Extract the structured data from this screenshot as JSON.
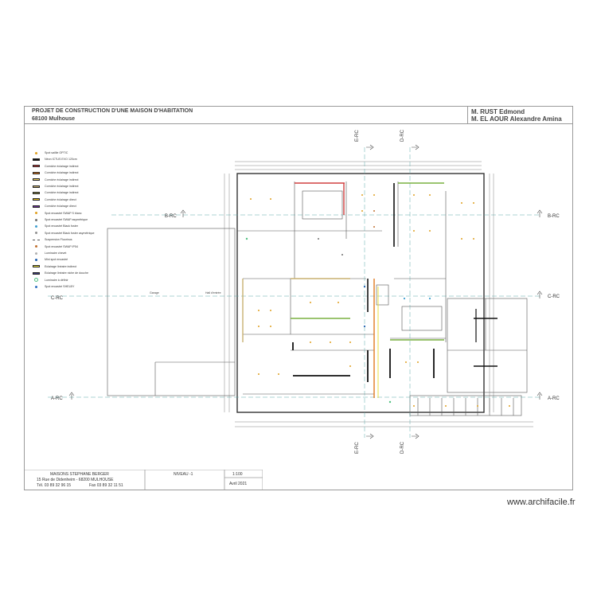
{
  "header": {
    "project_line1": "PROJET DE CONSTRUCTION D'UNE MAISON D'HABITATION",
    "project_line2": "68100 Mulhouse",
    "client_line1": "M. RUST Edmond",
    "client_line2": "M. EL AOUR Alexandre Amina"
  },
  "legend": [
    {
      "label": "Spot saillie OPTIC",
      "sym": "dot",
      "color": "#e0a020"
    },
    {
      "label": "Néon ICTUS EVO 120cm",
      "sym": "bar",
      "color": "#111111"
    },
    {
      "label": "Corniche éclairage indirect",
      "sym": "bar",
      "color": "#d04040"
    },
    {
      "label": "Corniche éclairage indirect",
      "sym": "bar",
      "color": "#e07a20"
    },
    {
      "label": "Corniche éclairage indirect",
      "sym": "bar",
      "color": "#f0d060"
    },
    {
      "label": "Corniche éclairage indirect",
      "sym": "bar",
      "color": "#c8b070"
    },
    {
      "label": "Corniche éclairage indirect",
      "sym": "bar",
      "color": "#8a8a50"
    },
    {
      "label": "Corniche éclairage direct",
      "sym": "bar",
      "color": "#e8c020"
    },
    {
      "label": "Corniche éclairage direct",
      "sym": "bar",
      "color": "#7030a0"
    },
    {
      "label": "Spot encastré SWAP S blanc",
      "sym": "dot",
      "color": "#e0a020"
    },
    {
      "label": "Spot encastré SWAP asymétrique",
      "sym": "dot",
      "color": "#707070"
    },
    {
      "label": "Spot encastré Black foster",
      "sym": "dot",
      "color": "#40a0d0"
    },
    {
      "label": "Spot encastré Black foster asymétrique",
      "sym": "dot",
      "color": "#909090"
    },
    {
      "label": "Suspension Fluorinus",
      "sym": "line",
      "color": "#555555"
    },
    {
      "label": "Spot encastré SWAP IP54",
      "sym": "dot",
      "color": "#c07030"
    },
    {
      "label": "Luminaire chevet",
      "sym": "dot",
      "color": "#b0b0b0"
    },
    {
      "label": "Mini spot encastré",
      "sym": "dot",
      "color": "#2060b0"
    },
    {
      "label": "Eclairage linéaire indirect",
      "sym": "bar",
      "color": "#e8e040"
    },
    {
      "label": "Eclairage linéaire niche de douche",
      "sym": "bar",
      "color": "#404080"
    },
    {
      "label": "Luminaire à définir",
      "sym": "ring",
      "color": "#50c080"
    },
    {
      "label": "Spot encastré SHELBY",
      "sym": "dot",
      "color": "#3070c0"
    }
  ],
  "plan": {
    "section_marks": [
      "E-RC",
      "D-RC",
      "B-RC",
      "C-RC",
      "A-RC"
    ],
    "room_labels": [
      "Garage",
      "Hall d'entrée"
    ]
  },
  "titleblock": {
    "company": "MAISONS STEPHANE BERGER",
    "address": "15 Rue de Didenheim - 68200 MULHOUSE",
    "phone": "Tél. 03 89 32 96 15",
    "fax": "Fax 03 89 32 11 51",
    "level": "NIVEAU -1",
    "scale": "1:100",
    "date": "Avril 2021"
  },
  "watermark": "www.archifacile.fr"
}
